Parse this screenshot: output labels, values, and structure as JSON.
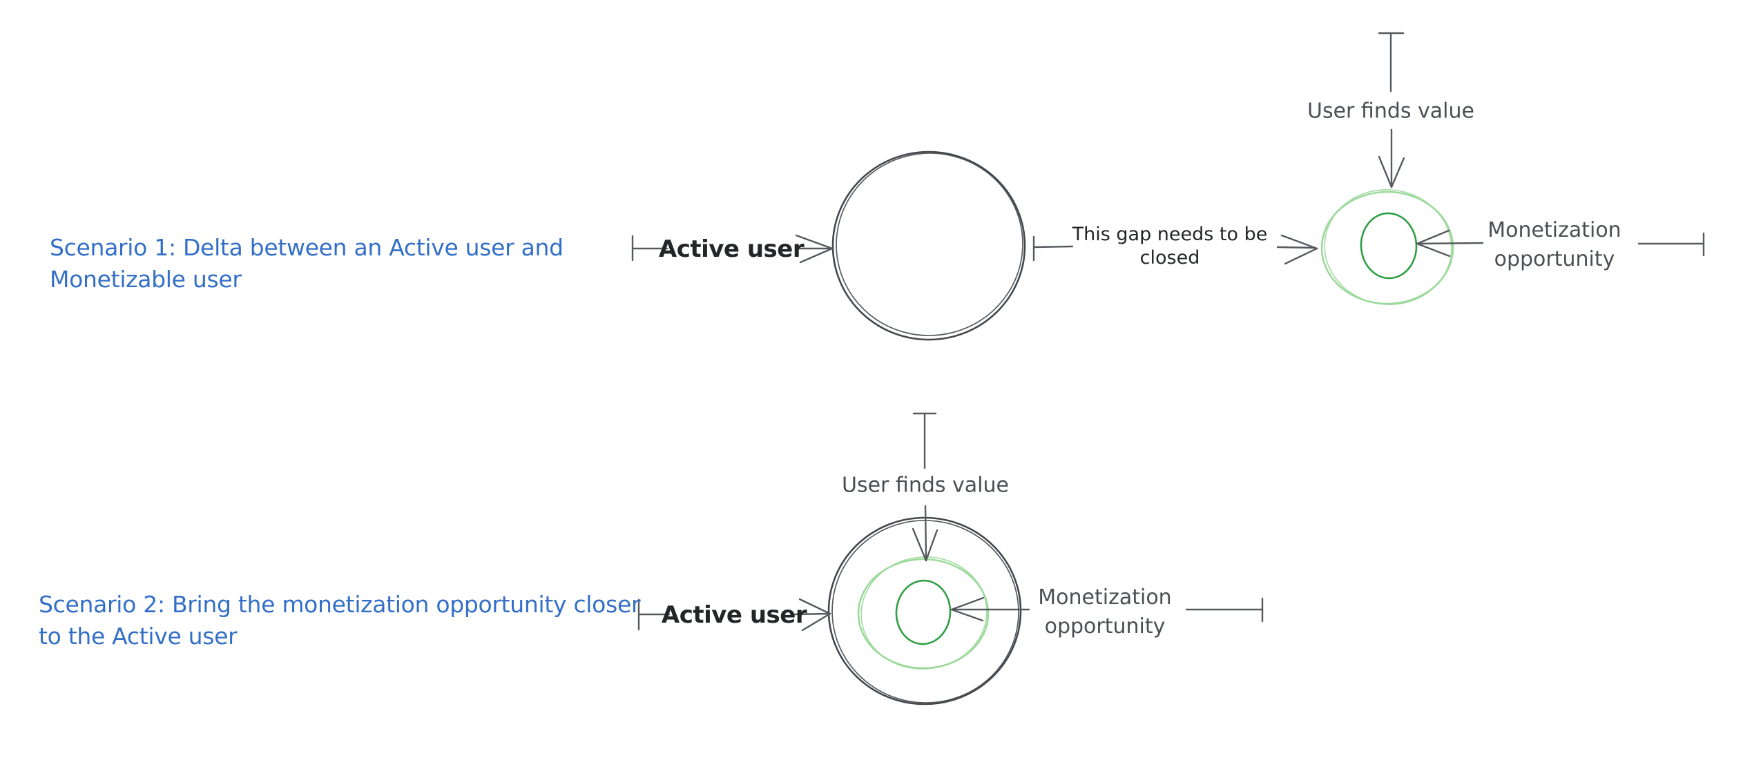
{
  "canvas": {
    "background": "#ffffff"
  },
  "colors": {
    "blue": "#336fc7",
    "ink": "#232527",
    "gray": "#55595e",
    "gray-text": "#4b4f54",
    "circle": "#43484d",
    "light-green": "#9cd99c",
    "dark-green": "#2f9e44"
  },
  "scenario1": {
    "title_lines": [
      "Scenario 1: Delta between an Active user and",
      "Monetizable user"
    ],
    "active_user_label": "Active user",
    "gap_lines": [
      "This gap needs to be",
      "closed"
    ],
    "user_finds_value_label": "User finds value",
    "monetization_lines": [
      "Monetization",
      "opportunity"
    ]
  },
  "scenario2": {
    "title_lines": [
      "Scenario 2: Bring the monetization opportunity closer",
      "to the Active user"
    ],
    "active_user_label": "Active user",
    "user_finds_value_label": "User finds value",
    "monetization_lines": [
      "Monetization",
      "opportunity"
    ]
  }
}
